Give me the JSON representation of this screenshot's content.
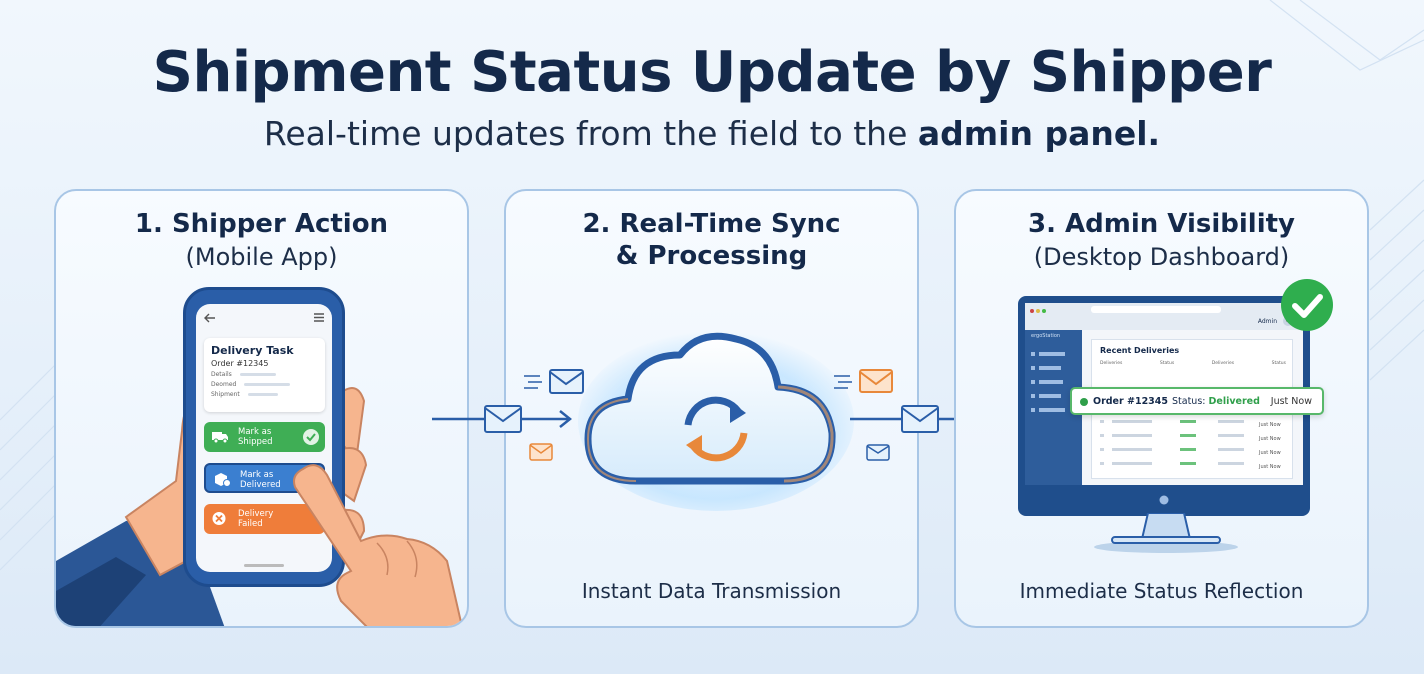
{
  "header": {
    "title": "Shipment Status Update by Shipper",
    "subtitle_prefix": "Real-time updates from the field to the ",
    "subtitle_bold": "admin panel."
  },
  "panels": [
    {
      "title": "1. Shipper Action",
      "subtitle": "(Mobile App)",
      "caption": ""
    },
    {
      "title": "2. Real-Time Sync",
      "subtitle": "& Processing",
      "caption": "Instant Data Transmission"
    },
    {
      "title": "3. Admin Visibility",
      "subtitle": "(Desktop Dashboard)",
      "caption": "Immediate Status Reflection"
    }
  ],
  "phone": {
    "card_title": "Delivery Task",
    "order": "Order #12345",
    "fields": [
      "Details",
      "Deomed",
      "Shipment"
    ],
    "buttons": [
      {
        "line1": "Mark as",
        "line2": "Shipped",
        "color": "#3fae55"
      },
      {
        "line1": "Mark as",
        "line2": "Delivered",
        "color": "#3b7fd0"
      },
      {
        "line1": "Delivery",
        "line2": "Failed",
        "color": "#ef7d3a"
      }
    ]
  },
  "dashboard": {
    "brand": "ergoStation",
    "admin": "Admin",
    "section_title": "Recent Deliveries",
    "columns": [
      "Deliveries",
      "Status",
      "Deliveries",
      "Status"
    ],
    "row_time": "Just Now",
    "notification": {
      "order": "Order #12345",
      "status_label": "Status:",
      "status_value": "Delivered",
      "time": "Just Now"
    }
  },
  "colors": {
    "title": "#14294a",
    "panel_border": "#a8c6e6",
    "success": "#2fae4e",
    "primary_blue": "#2a5ea8",
    "warning": "#ef7d3a"
  }
}
